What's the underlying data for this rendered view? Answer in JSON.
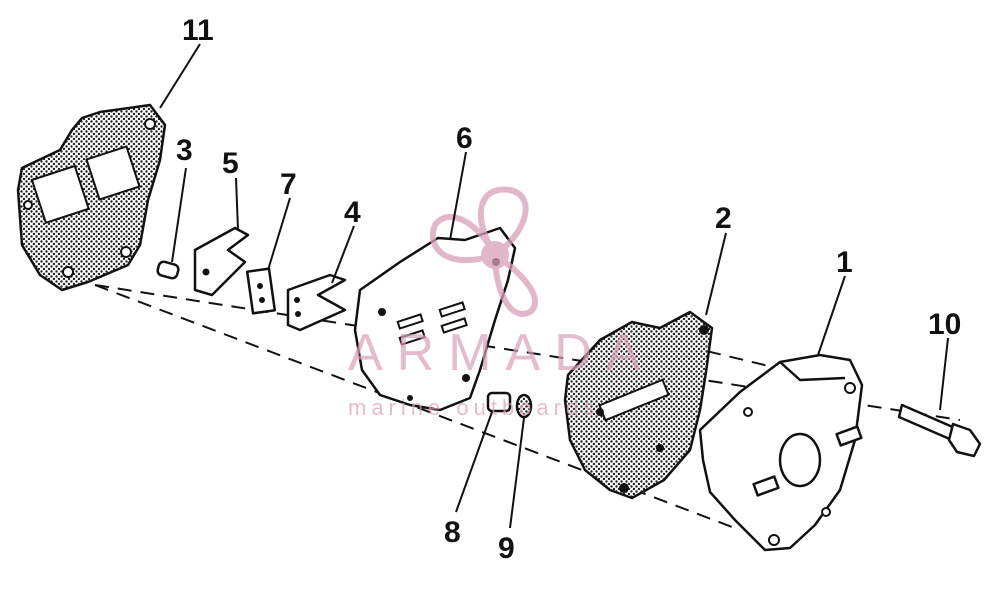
{
  "callouts": {
    "c1": "1",
    "c2": "2",
    "c3": "3",
    "c4": "4",
    "c5": "5",
    "c6": "6",
    "c7": "7",
    "c8": "8",
    "c9": "9",
    "c10": "10",
    "c11": "11"
  },
  "watermark": {
    "brand": "ARMADA",
    "tagline": "marine outboards"
  },
  "colors": {
    "watermark": "#d8a0b8",
    "ink": "#111111"
  }
}
